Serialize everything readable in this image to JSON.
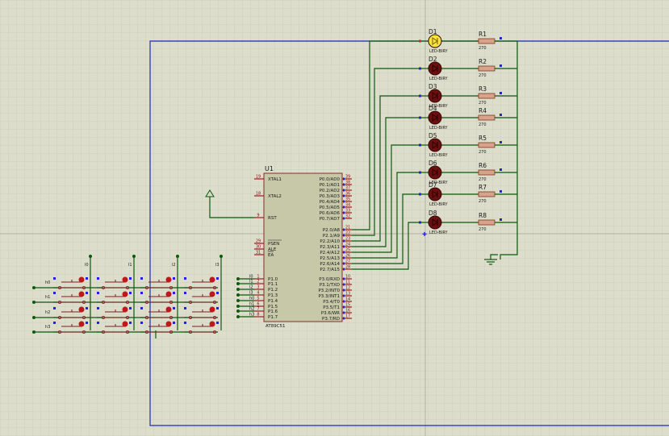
{
  "colors": {
    "background": "#ddddcc",
    "grid_minor": "#cfcfbd",
    "grid_major": "#bfbfad",
    "border": "#1e2bb8",
    "wire": "#0d5a0d",
    "chip_body": "#c7c8a8",
    "chip_outline": "#8b2a2a",
    "pin": "#9b1d1d",
    "led_on": "#f6e53a",
    "led_off": "#6b0f0f",
    "resistor": "#d9a38b",
    "label": "#1a1a1a",
    "pin_number": "#8b1010",
    "marker_blue": "#2222dd",
    "marker_red": "#dd2222"
  },
  "chip": {
    "ref": "U1",
    "part": "AT89C51",
    "left_pins": [
      {
        "num": "19",
        "name": "XTAL1"
      },
      {
        "num": "18",
        "name": "XTAL2"
      },
      {
        "num": "9",
        "name": "RST"
      },
      {
        "num": "29",
        "name": "PSEN"
      },
      {
        "num": "30",
        "name": "ALE"
      },
      {
        "num": "31",
        "name": "EA"
      },
      {
        "num": "1",
        "name": "P1.0"
      },
      {
        "num": "2",
        "name": "P1.1"
      },
      {
        "num": "3",
        "name": "P1.2"
      },
      {
        "num": "4",
        "name": "P1.3"
      },
      {
        "num": "5",
        "name": "P1.4"
      },
      {
        "num": "6",
        "name": "P1.5"
      },
      {
        "num": "7",
        "name": "P1.6"
      },
      {
        "num": "8",
        "name": "P1.7"
      }
    ],
    "right_pins_p0": [
      {
        "num": "39",
        "name": "P0.0/AD0"
      },
      {
        "num": "38",
        "name": "P0.1/AD1"
      },
      {
        "num": "37",
        "name": "P0.2/AD2"
      },
      {
        "num": "36",
        "name": "P0.3/AD3"
      },
      {
        "num": "35",
        "name": "P0.4/AD4"
      },
      {
        "num": "34",
        "name": "P0.5/AD5"
      },
      {
        "num": "33",
        "name": "P0.6/AD6"
      },
      {
        "num": "32",
        "name": "P0.7/AD7"
      }
    ],
    "right_pins_p2": [
      {
        "num": "21",
        "name": "P2.0/A8"
      },
      {
        "num": "22",
        "name": "P2.1/A9"
      },
      {
        "num": "23",
        "name": "P2.2/A10"
      },
      {
        "num": "24",
        "name": "P2.3/A11"
      },
      {
        "num": "25",
        "name": "P2.4/A12"
      },
      {
        "num": "26",
        "name": "P2.5/A13"
      },
      {
        "num": "27",
        "name": "P2.6/A14"
      },
      {
        "num": "28",
        "name": "P2.7/A15"
      }
    ],
    "right_pins_p3": [
      {
        "num": "10",
        "name": "P3.0/RXD"
      },
      {
        "num": "11",
        "name": "P3.1/TXD"
      },
      {
        "num": "12",
        "name": "P3.2/INT0"
      },
      {
        "num": "13",
        "name": "P3.3/INT1"
      },
      {
        "num": "14",
        "name": "P3.4/T0"
      },
      {
        "num": "15",
        "name": "P3.5/T1"
      },
      {
        "num": "16",
        "name": "P3.6/WR"
      },
      {
        "num": "17",
        "name": "P3.7/RD"
      }
    ],
    "p1_net_labels": [
      "l0",
      "l1",
      "l2",
      "l3",
      "h0",
      "h1",
      "h2",
      "h3"
    ]
  },
  "leds": [
    {
      "ref": "D1",
      "part": "LED-BIRY",
      "state": "on"
    },
    {
      "ref": "D2",
      "part": "LED-BIRY",
      "state": "off"
    },
    {
      "ref": "D3",
      "part": "LED-BIRY",
      "state": "off"
    },
    {
      "ref": "D4",
      "part": "LED-BIRY",
      "state": "off"
    },
    {
      "ref": "D5",
      "part": "LED-BIRY",
      "state": "off"
    },
    {
      "ref": "D6",
      "part": "LED-BIRY",
      "state": "off"
    },
    {
      "ref": "D7",
      "part": "LED-BIRY",
      "state": "off"
    },
    {
      "ref": "D8",
      "part": "LED-BIRY",
      "state": "off"
    }
  ],
  "resistors": [
    {
      "ref": "R1",
      "value": "270"
    },
    {
      "ref": "R2",
      "value": "270"
    },
    {
      "ref": "R3",
      "value": "270"
    },
    {
      "ref": "R4",
      "value": "270"
    },
    {
      "ref": "R5",
      "value": "270"
    },
    {
      "ref": "R6",
      "value": "270"
    },
    {
      "ref": "R7",
      "value": "270"
    },
    {
      "ref": "R8",
      "value": "270"
    }
  ],
  "keypad": {
    "row_labels": [
      "h0",
      "h1",
      "h2",
      "h3"
    ],
    "col_labels": [
      "l0",
      "l1",
      "l2",
      "l3"
    ]
  }
}
